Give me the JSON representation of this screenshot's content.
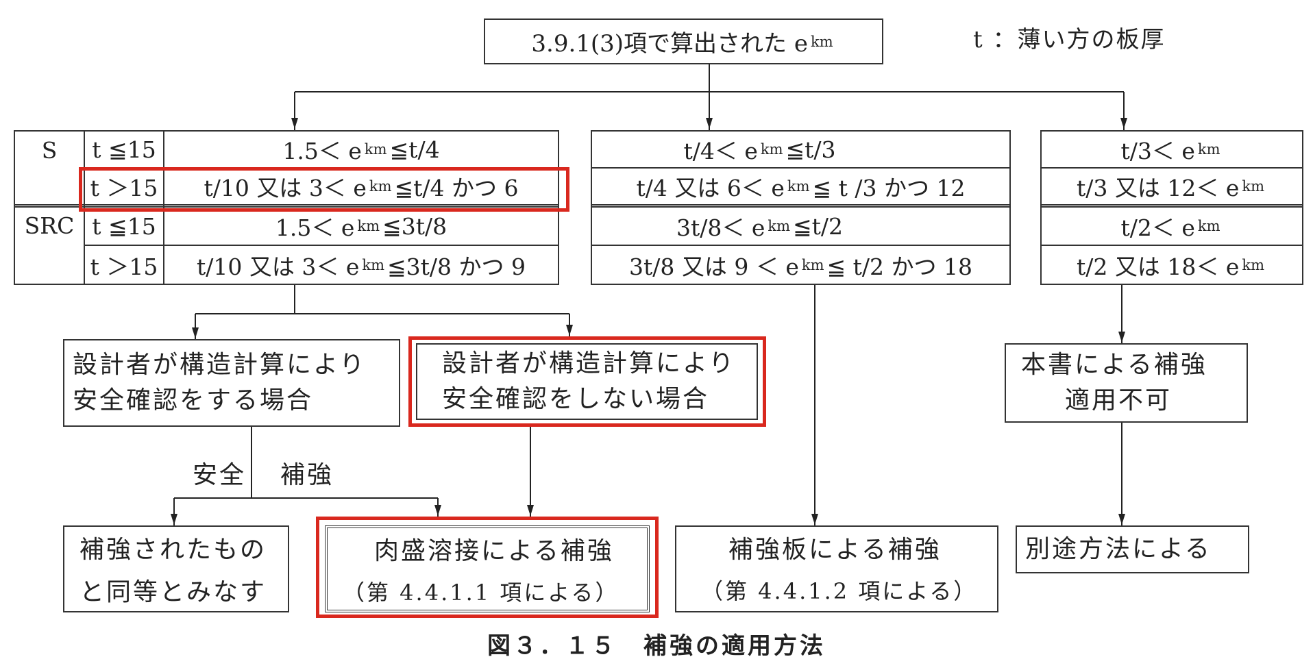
{
  "top_box": {
    "pre": "3.9.1(3)項で算出された e",
    "sub": "km"
  },
  "legend_note": "t ：薄い方の板厚",
  "left_table": {
    "groups": [
      "S",
      "SRC"
    ],
    "rows": [
      {
        "cond": "t ≦15",
        "pre": "1.5＜ e",
        "sub": "km",
        "post": "≦t/4"
      },
      {
        "cond": "t ＞15",
        "pre": "t/10 又は 3＜ e",
        "sub": "km",
        "post": "≦t/4 かつ 6"
      },
      {
        "cond": "t ≦15",
        "pre": "1.5＜ e",
        "sub": "km",
        "post": "≦3t/8"
      },
      {
        "cond": "t ＞15",
        "pre": "t/10 又は 3＜ e",
        "sub": "km",
        "post": "≦3t/8 かつ 9"
      }
    ]
  },
  "middle_table": {
    "rows": [
      {
        "pre": "t/4＜ e",
        "sub": "km",
        "post": "≦t/3"
      },
      {
        "pre": "t/4 又は 6＜ e",
        "sub": "km",
        "post": "≦ t /3 かつ 12"
      },
      {
        "pre": "3t/8＜ e",
        "sub": "km",
        "post": "≦t/2"
      },
      {
        "pre": "3t/8 又は 9 ＜ e",
        "sub": "km",
        "post": "≦ t/2 かつ 18"
      }
    ]
  },
  "right_table": {
    "rows": [
      {
        "pre": "t/3＜ e",
        "sub": "km"
      },
      {
        "pre": "t/3 又は 12＜ e",
        "sub": "km"
      },
      {
        "pre": "t/2＜ e",
        "sub": "km"
      },
      {
        "pre": "t/2 又は 18＜ e",
        "sub": "km"
      }
    ]
  },
  "boxes": {
    "designer_confirms": [
      "設計者が構造計算により",
      "安全確認をする場合"
    ],
    "designer_not_confirms": [
      "設計者が構造計算により",
      "安全確認をしない場合"
    ],
    "branch_safe": "安全",
    "branch_reinforce": "補強",
    "deemed_equivalent": [
      "補強されたもの",
      "と同等とみなす"
    ],
    "weld_buildup": [
      "肉盛溶接による補強",
      "（第 4.4.1.1 項による）"
    ],
    "plate_reinforce": [
      "補強板による補強",
      "（第 4.4.1.2 項による）"
    ],
    "not_applicable": [
      "本書による補強",
      "適用不可"
    ],
    "other_method": "別途方法による"
  },
  "caption": "図３．１５　補強の適用方法",
  "colors": {
    "highlight": "#d9281e",
    "line": "#333333"
  }
}
